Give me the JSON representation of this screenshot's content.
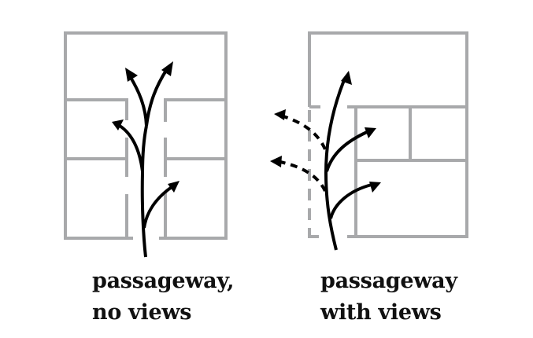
{
  "diagram": {
    "colors": {
      "walls": "#a8a9ab",
      "paths": "#000000",
      "text": "#111111"
    },
    "panels": [
      {
        "id": "no-views",
        "caption_lines": [
          "passageway,",
          "no views"
        ],
        "corridor": "enclosed by rooms on both sides",
        "arrows": [
          "up-left",
          "up-right",
          "left-into-room",
          "right-into-room"
        ]
      },
      {
        "id": "with-views",
        "caption_lines": [
          "passageway",
          "with views"
        ],
        "corridor": "open dashed wall on one side",
        "arrows": [
          "up",
          "right-into-room-upper",
          "right-into-room-lower"
        ],
        "view_arrows": [
          "view-out-upper",
          "view-out-lower"
        ]
      }
    ]
  }
}
